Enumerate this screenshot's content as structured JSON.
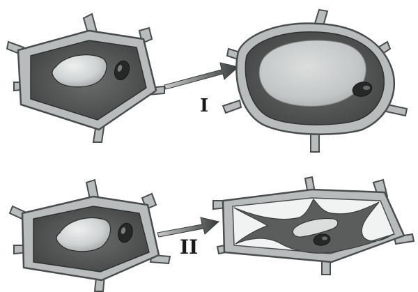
{
  "labels": {
    "process_1": "I",
    "process_2": "II"
  },
  "colors": {
    "background": "#ffffff",
    "cell_wall": "#b9bcbc",
    "cell_wall_outline": "#4a4d4d",
    "cytoplasm": "#4e5150",
    "vacuole": "#d2d4d4",
    "nucleus": "#262828",
    "arrow": "#4a4c4c",
    "label": "#1a1a1a"
  },
  "panels": [
    {
      "row": "top",
      "stage": "before",
      "state": "small-vacuole"
    },
    {
      "row": "top",
      "stage": "after",
      "state": "enlarged-vacuole"
    },
    {
      "row": "bottom",
      "stage": "before",
      "state": "small-vacuole"
    },
    {
      "row": "bottom",
      "stage": "after",
      "state": "plasmolysed"
    }
  ]
}
